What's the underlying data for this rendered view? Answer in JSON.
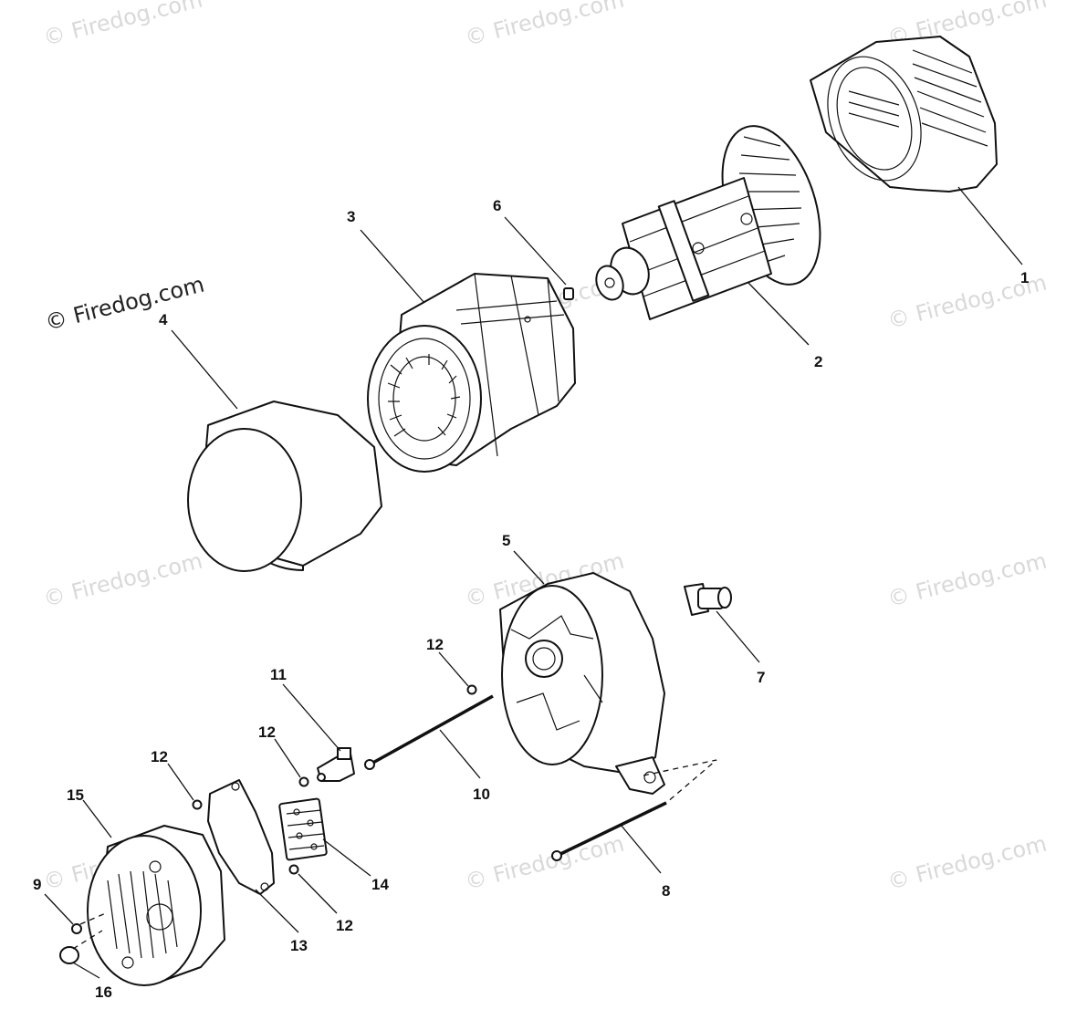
{
  "diagram": {
    "watermark_main": "© Firedog.com",
    "watermark_faint": "© Firedog.com",
    "callouts": [
      "1",
      "2",
      "3",
      "4",
      "5",
      "6",
      "7",
      "8",
      "9",
      "10",
      "11",
      "12",
      "12",
      "12",
      "12",
      "13",
      "14",
      "15",
      "16"
    ]
  }
}
